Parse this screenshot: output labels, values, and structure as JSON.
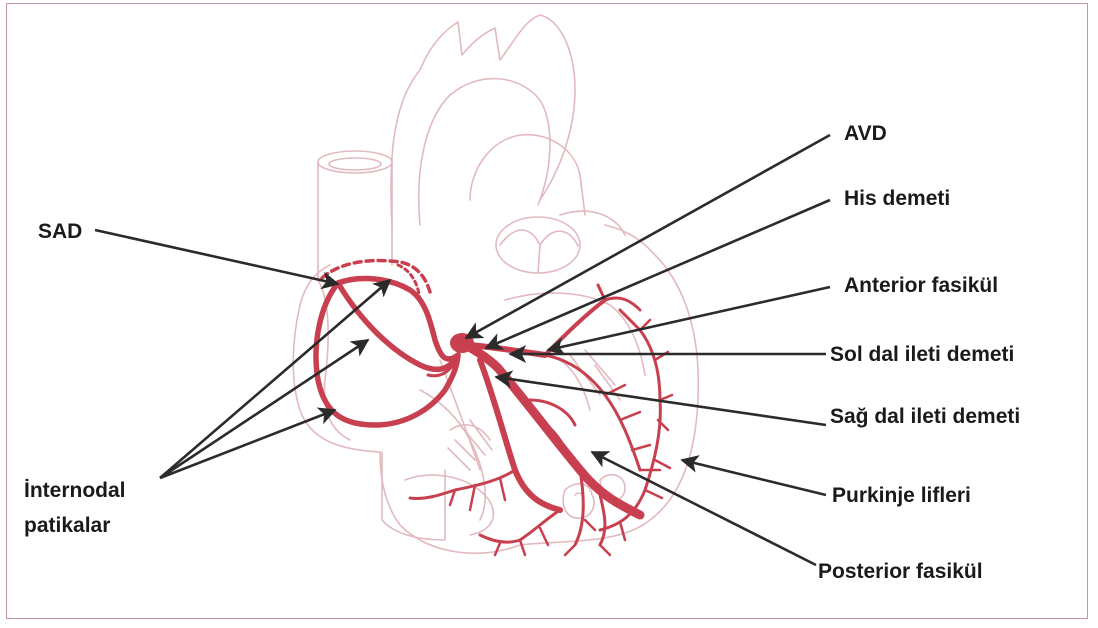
{
  "labels": {
    "sad": "SAD",
    "internodal_line1": "İnternodal",
    "internodal_line2": "patikalar",
    "avd": "AVD",
    "his": "His demeti",
    "anterior": "Anterior fasikül",
    "sol_dal": "Sol dal ileti demeti",
    "sag_dal": "Sağ dal ileti demeti",
    "purkinje": "Purkinje lifleri",
    "posterior": "Posterior fasikül"
  },
  "colors": {
    "conduction": "#c8404f",
    "outline": "#e2b9be",
    "arrow": "#2b2b2b",
    "frame": "#c9959c"
  }
}
